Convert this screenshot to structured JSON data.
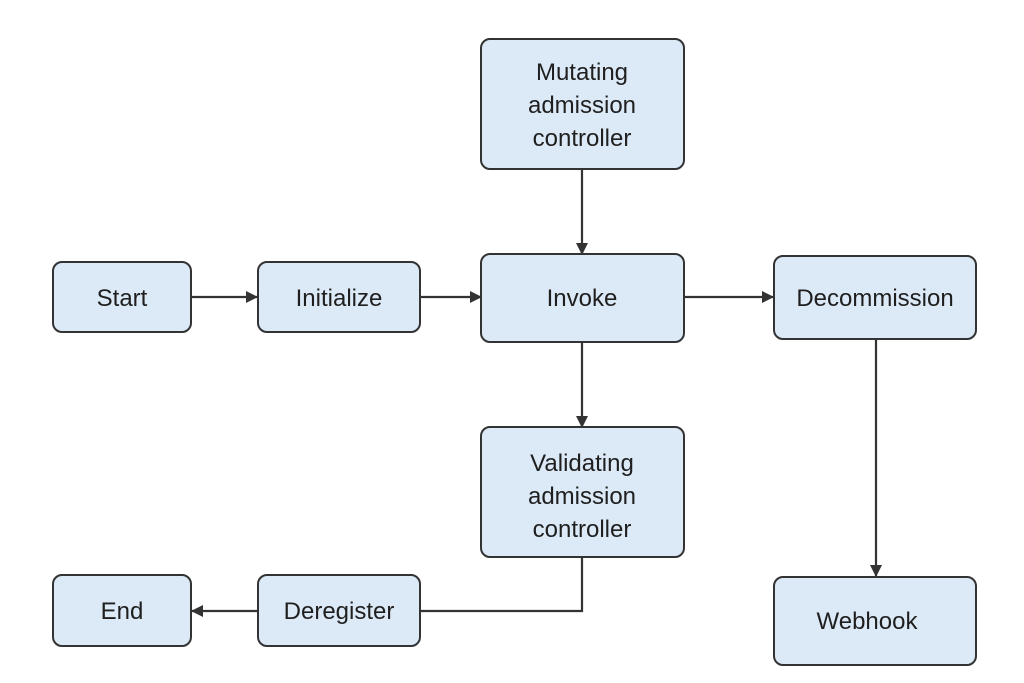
{
  "colors": {
    "node_fill": "#dce9f6",
    "node_stroke": "#333333",
    "edge": "#333333",
    "text": "#1f1f1f"
  },
  "nodes": {
    "mutating": {
      "lines": [
        "Mutating",
        "admission",
        "controller"
      ]
    },
    "start": {
      "label": "Start"
    },
    "initialize": {
      "label": "Initialize"
    },
    "invoke": {
      "label": "Invoke"
    },
    "decommission": {
      "label": "Decommission"
    },
    "validating": {
      "lines": [
        "Validating",
        "admission",
        "controller"
      ]
    },
    "end": {
      "label": "End"
    },
    "deregister": {
      "label": "Deregister"
    },
    "webhook": {
      "label": "Webhook"
    }
  },
  "edges": [
    {
      "from": "start",
      "to": "initialize"
    },
    {
      "from": "initialize",
      "to": "invoke"
    },
    {
      "from": "mutating",
      "to": "invoke"
    },
    {
      "from": "invoke",
      "to": "decommission"
    },
    {
      "from": "invoke",
      "to": "validating"
    },
    {
      "from": "validating",
      "to": "deregister"
    },
    {
      "from": "deregister",
      "to": "end"
    },
    {
      "from": "decommission",
      "to": "webhook"
    }
  ]
}
